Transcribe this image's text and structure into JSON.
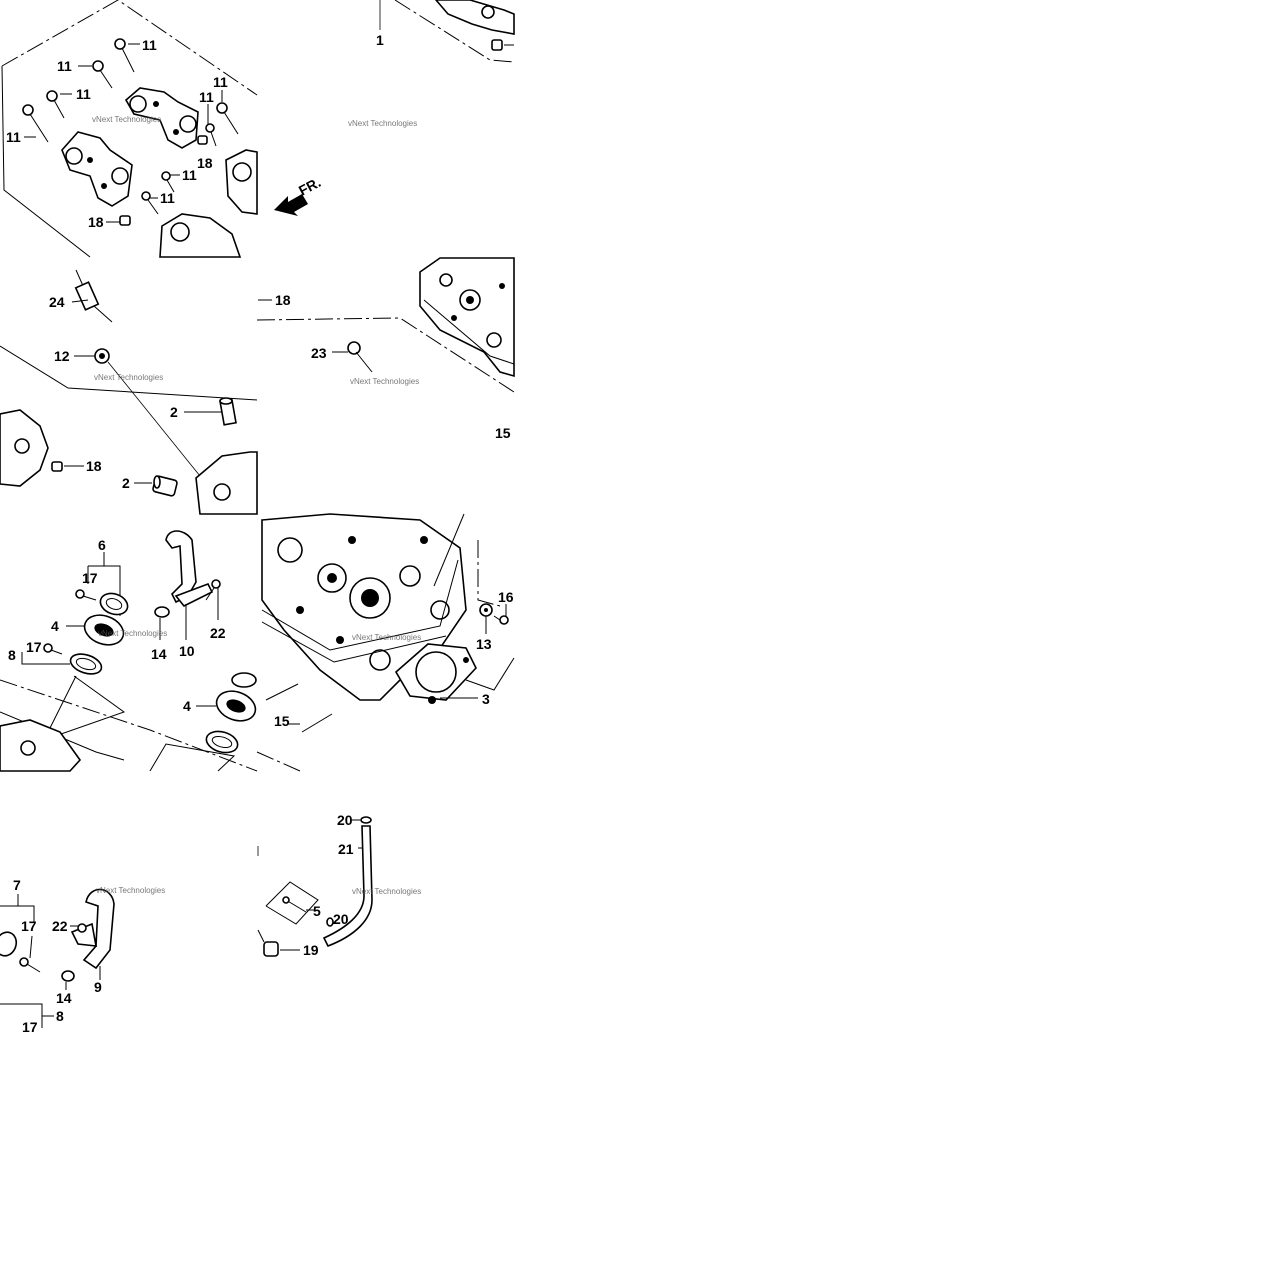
{
  "diagram": {
    "front_marker": "FR.",
    "watermark": "vNext Technologies",
    "callouts": {
      "p1": "1",
      "p2": "2",
      "p3": "3",
      "p4": "4",
      "p5": "5",
      "p6": "6",
      "p7": "7",
      "p8": "8",
      "p9": "9",
      "p10": "10",
      "p11": "11",
      "p12": "12",
      "p13": "13",
      "p14": "14",
      "p15": "15",
      "p16": "16",
      "p17": "17",
      "p18": "18",
      "p19": "19",
      "p20": "20",
      "p21": "21",
      "p22": "22",
      "p23": "23",
      "p24": "24"
    }
  }
}
